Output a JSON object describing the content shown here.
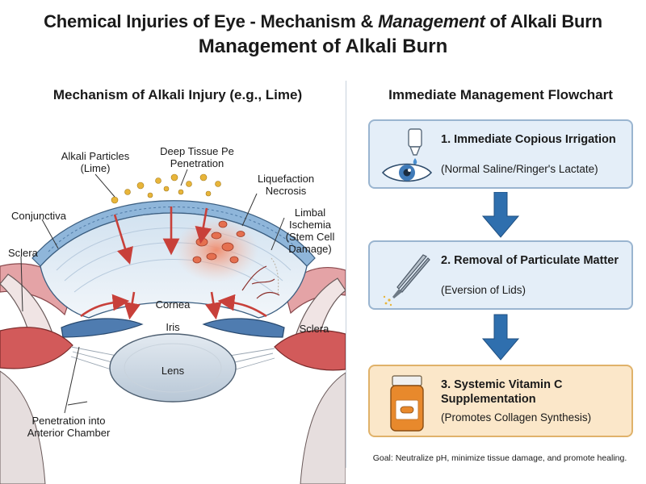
{
  "title": {
    "line1_part1": "Chemical Injuries of Eye - Mechanism & ",
    "line1_em": "Management",
    "line1_part2": " of Alkali Burn",
    "line2": "Management of Alkali Burn"
  },
  "left_panel": {
    "title": "Mechanism of Alkali Injury (e.g., Lime)",
    "labels": {
      "alkali_particles": "Alkali Particles (Lime)",
      "deep_tissue": "Deep Tissue Pe Penetration",
      "liquefaction": "Liquefaction Necrosis",
      "limbal": "Limbal Ischemia (Stem Cell Damage)",
      "conjunctiva": "Conjunctiva",
      "sclera_left": "Sclera",
      "cornea": "Cornea",
      "iris": "Iris",
      "sclera_right": "Sclera",
      "lens": "Lens",
      "anterior_chamber": "Penetration into Anterior Chamber"
    }
  },
  "right_panel": {
    "title": "Immediate Management Flowchart",
    "steps": [
      {
        "title": "1. Immediate Copious Irrigation",
        "subtitle": "(Normal Saline/Ringer's Lactate)",
        "icon": "eye-drop-icon"
      },
      {
        "title": "2. Removal of Particulate Matter",
        "subtitle": "(Eversion of Lids)",
        "icon": "tweezers-icon"
      },
      {
        "title": "3. Systemic Vitamin C Supplementation",
        "subtitle": "(Promotes Collagen Synthesis)",
        "icon": "pill-bottle-icon"
      }
    ],
    "goal": "Goal: Neutralize pH, minimize tissue damage, and promote healing."
  },
  "colors": {
    "arrow_red": "#c8403a",
    "flow_arrow": "#2f6fae",
    "box_blue_bg": "#e4eef8",
    "box_orange_bg": "#fbe7c9",
    "particle_yellow": "#e8b53a"
  }
}
